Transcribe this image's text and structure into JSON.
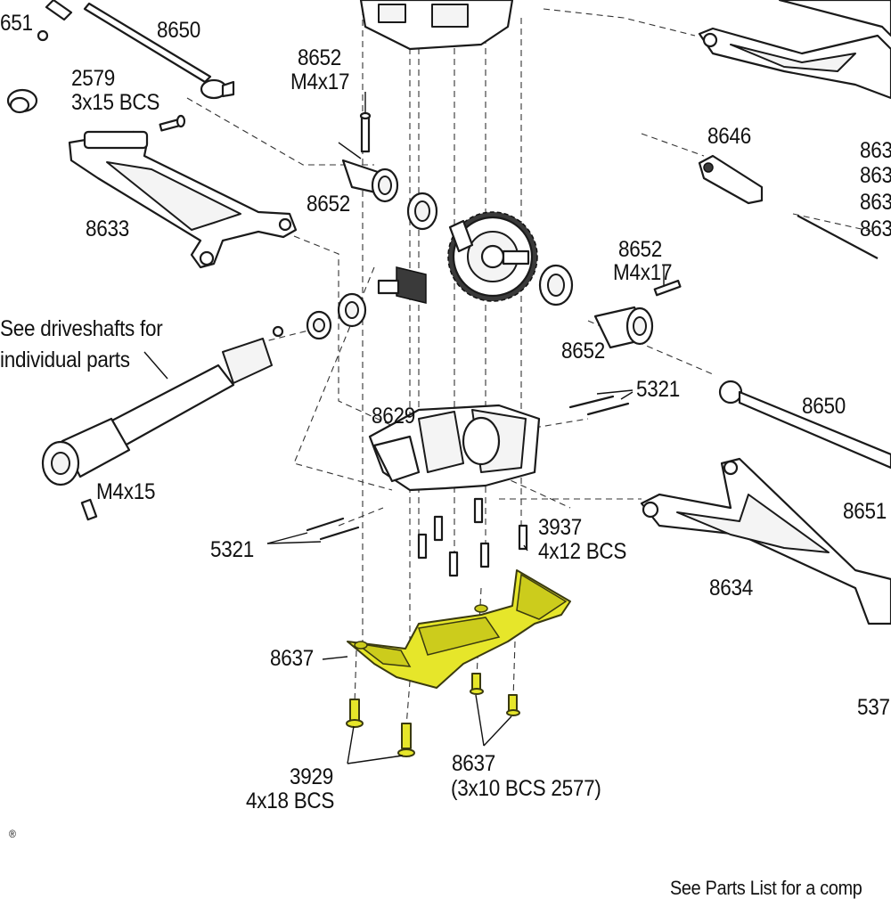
{
  "labels": {
    "p8651_top": "651",
    "p8650_top": "8650",
    "p8652_a": "8652",
    "p8652_a_size": "M4x17",
    "p2579": "2579",
    "p2579_size": "3x15 BCS",
    "p8652_b": "8652",
    "p8633": "8633",
    "p8646": "8646",
    "p863_1": "863",
    "p863_2": "863",
    "p863_3": "863",
    "p863_4": "863",
    "p8652_c": "8652",
    "p8652_c_size": "M4x17",
    "p8652_d": "8652",
    "note_line1": "See driveshafts for",
    "note_line2": "individual parts",
    "p5321_a": "5321",
    "p8650_right": "8650",
    "p8629": "8629",
    "m4x15": "M4x15",
    "p3937": "3937",
    "p3937_size": "4x12 BCS",
    "p8651_right": "8651",
    "p5321_b": "5321",
    "p8634": "8634",
    "p8637_a": "8637",
    "p537": "537",
    "p3929": "3929",
    "p3929_size": "4x18 BCS",
    "p8637_b": "8637",
    "p8637_b_size": "(3x10 BCS 2577)",
    "footer_note": "See Parts List for a comp",
    "trademark": "®"
  },
  "colors": {
    "highlight": "#e6e62a",
    "line": "#1a1a1a"
  }
}
